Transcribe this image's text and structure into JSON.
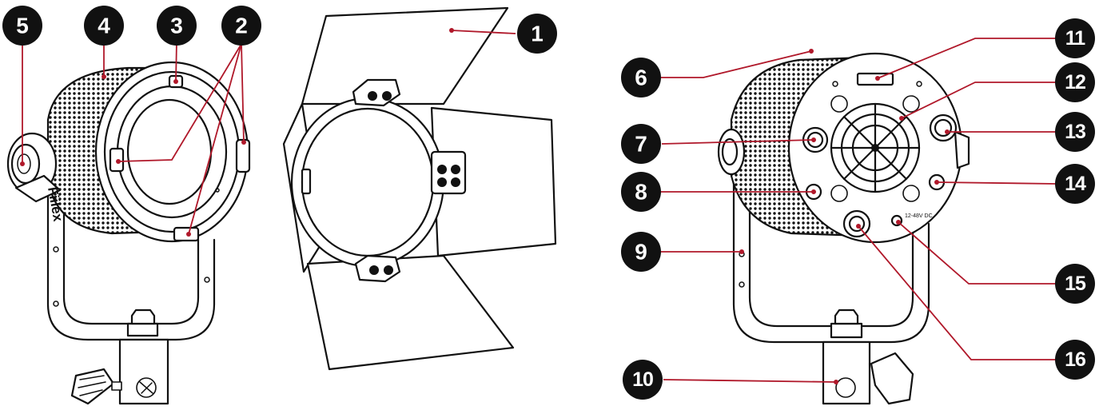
{
  "brand": "Fiilex",
  "callouts": [
    "1",
    "2",
    "3",
    "4",
    "5",
    "6",
    "7",
    "8",
    "9",
    "10",
    "11",
    "12",
    "13",
    "14",
    "15",
    "16"
  ],
  "rear_label": "12-48V DC",
  "colors": {
    "leader": "#b0182a",
    "badge": "#111111",
    "line": "#111111"
  }
}
